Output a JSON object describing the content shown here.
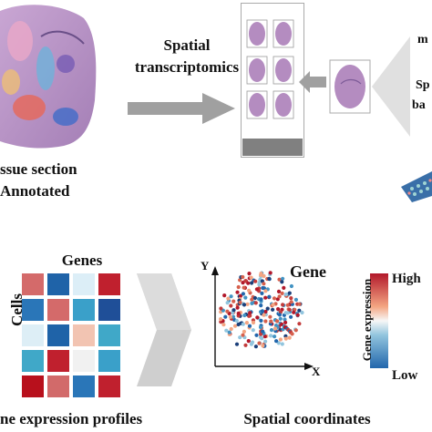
{
  "labels": {
    "spatial_line1": "Spatial",
    "spatial_line2": "transcriptomics",
    "tissue_line1": "ssue section",
    "tissue_line2": "Annotated",
    "right_partial1": "m",
    "right_partial2": "Sp",
    "right_partial3": "ba",
    "genes": "Genes",
    "cells": "Cells",
    "gene": "Gene",
    "axis_y": "Y",
    "axis_x": "X",
    "colorbar_high": "High",
    "colorbar_low": "Low",
    "colorbar_title": "Gene expression",
    "caption_profiles": "ne expression profiles",
    "caption_coords": "Spatial coordinates"
  },
  "colors": {
    "tissue": "#b48cc0",
    "arrow": "#9e9e9e",
    "high": "#b2182b",
    "low": "#2166ac"
  },
  "heatmap": [
    [
      "#d46a6a",
      "#1f63a8",
      "#dceef7",
      "#c0202e"
    ],
    [
      "#2a76b8",
      "#d46a6a",
      "#3aa0c9",
      "#1f4f98"
    ],
    [
      "#ddeef6",
      "#1f63a8",
      "#f2c4b2",
      "#40a8c8"
    ],
    [
      "#40a8c8",
      "#c0202e",
      "#f1f1f1",
      "#3aa0c9"
    ],
    [
      "#b8101c",
      "#d26a6a",
      "#2a76b8",
      "#c0202e"
    ]
  ]
}
